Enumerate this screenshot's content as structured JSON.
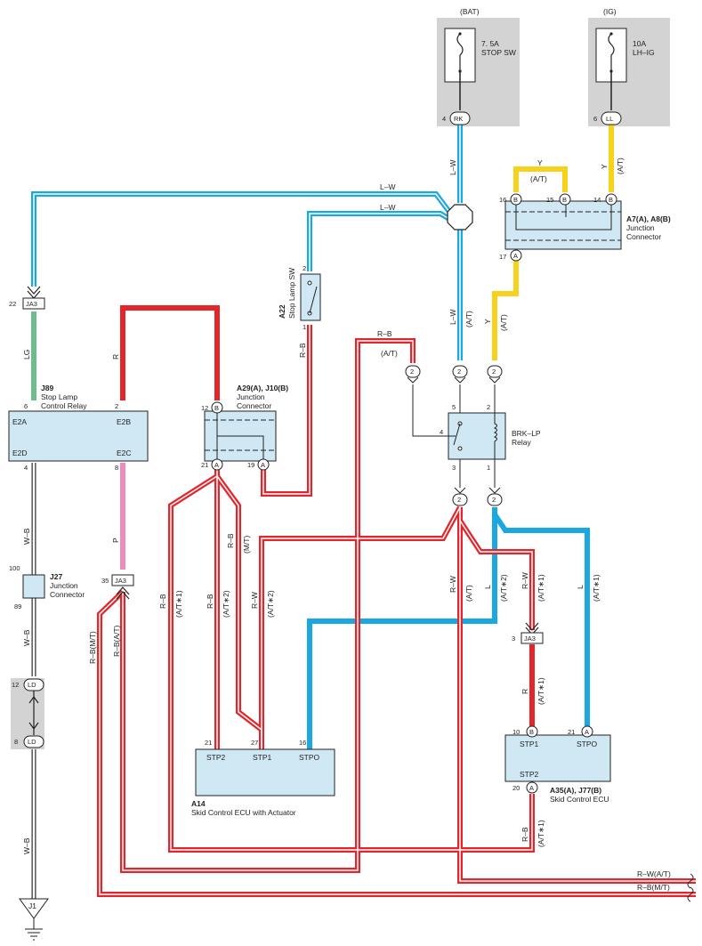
{
  "colors": {
    "lightblue": "#1ba7e0",
    "red": "#e3262b",
    "yellow": "#f6d21c",
    "green": "#6dbe8a",
    "pink": "#ee8cbc",
    "box": "#cfe8f4",
    "gray": "#d3d3d3"
  },
  "fuses": {
    "bat": {
      "source": "(BAT)",
      "rating": "7. 5A",
      "name": "STOP SW"
    },
    "ig": {
      "source": "(IG)",
      "rating": "10A",
      "name": "LH–IG"
    }
  },
  "connectors": {
    "rk": {
      "pin": "4",
      "code": "RK"
    },
    "ll": {
      "pin": "6",
      "code": "LL"
    },
    "ja3_top": {
      "pin": "22",
      "code": "JA3"
    },
    "ja3_mid": {
      "pin": "35",
      "code": "JA3"
    },
    "ja3_right": {
      "pin": "3",
      "code": "JA3"
    },
    "ld_top": {
      "pin": "12",
      "code": "LD"
    },
    "ld_bottom": {
      "pin": "8",
      "code": "LD"
    }
  },
  "components": {
    "a7": {
      "id": "A7(A), A8(B)",
      "line1": "Junction",
      "line2": "Connector",
      "pin16": "16",
      "pin15": "15",
      "pin14": "14",
      "pin17": "17"
    },
    "a22": {
      "id": "A22",
      "name": "Stop Lamp SW",
      "pin2": "2",
      "pin1": "1"
    },
    "j89": {
      "id": "J89",
      "line1": "Stop Lamp",
      "line2": "Control Relay",
      "e2a": "E2A",
      "e2b": "E2B",
      "e2d": "E2D",
      "e2c": "E2C",
      "p6": "6",
      "p2": "2",
      "p4": "4",
      "p8": "8"
    },
    "a29": {
      "id": "A29(A), J10(B)",
      "line1": "Junction",
      "line2": "Connector",
      "p12": "12",
      "p21": "21",
      "p19": "19"
    },
    "brk": {
      "line1": "BRK–LP",
      "line2": "Relay",
      "p5": "5",
      "p2": "2",
      "p4": "4",
      "p3": "3",
      "p1": "1"
    },
    "j27": {
      "id": "J27",
      "line1": "Junction",
      "line2": "Connector",
      "p100": "100",
      "p89": "89"
    },
    "a14": {
      "id": "A14",
      "name": "Skid Control ECU with Actuator",
      "stp2": "STP2",
      "stp1": "STP1",
      "stpo": "STPO",
      "p21": "21",
      "p27": "27",
      "p16": "16"
    },
    "a35": {
      "id": "A35(A), J77(B)",
      "name": "Skid Control ECU",
      "stp1": "STP1",
      "stpo": "STPO",
      "stp2": "STP2",
      "p10": "10",
      "p21": "21",
      "p20": "20"
    },
    "j1": {
      "id": "J1"
    }
  },
  "pin_letters": {
    "a": "A",
    "b": "B",
    "two": "2"
  },
  "wires": {
    "lw": "L–W",
    "y": "Y",
    "at": "(A/T)",
    "lg": "LG",
    "r": "R",
    "rb": "R–B",
    "wb": "W–B",
    "p": "P",
    "rw": "R–W",
    "l": "L",
    "mt": "(M/T)",
    "at1": "(A/T∗1)",
    "at2": "(A/T∗2)",
    "rb_mt": "R–B(M/T)",
    "rb_at": "R–B(A/T)",
    "rw_at_out": "R–W(A/T)",
    "rb_mt_out": "R–B(M/T)"
  }
}
